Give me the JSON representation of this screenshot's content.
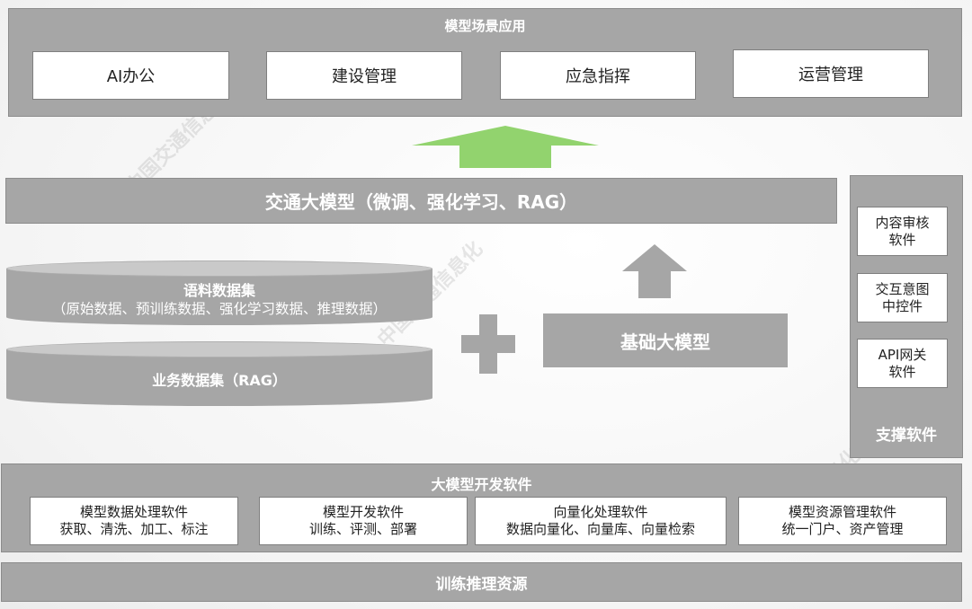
{
  "top_section": {
    "title": "模型场景应用",
    "apps": [
      "AI办公",
      "建设管理",
      "应急指挥",
      "运营管理"
    ]
  },
  "main_model": {
    "title": "交通大模型（微调、强化学习、RAG）"
  },
  "support": {
    "title": "支撑软件",
    "items": [
      {
        "line1": "内容审核",
        "line2": "软件"
      },
      {
        "line1": "交互意图",
        "line2": "中控件"
      },
      {
        "line1": "API网关",
        "line2": "软件"
      }
    ]
  },
  "datasets": {
    "corpus_title": "语料数据集",
    "corpus_subtitle": "（原始数据、预训练数据、强化学习数据、推理数据）",
    "business_title": "业务数据集（RAG）"
  },
  "base_model": {
    "title": "基础大模型"
  },
  "dev_software": {
    "title": "大模型开发软件",
    "items": [
      {
        "line1": "模型数据处理软件",
        "line2": "获取、清洗、加工、标注"
      },
      {
        "line1": "模型开发软件",
        "line2": "训练、评测、部署"
      },
      {
        "line1": "向量化处理软件",
        "line2": "数据向量化、向量库、向量检索"
      },
      {
        "line1": "模型资源管理软件",
        "line2": "统一门户、资产管理"
      }
    ]
  },
  "training": {
    "title": "训练推理资源"
  },
  "watermark": {
    "text": "中国交通信息化"
  },
  "colors": {
    "panel": "#a6a6a6",
    "arrow_green": "#92d36e",
    "arrow_gray": "#a6a6a6"
  }
}
